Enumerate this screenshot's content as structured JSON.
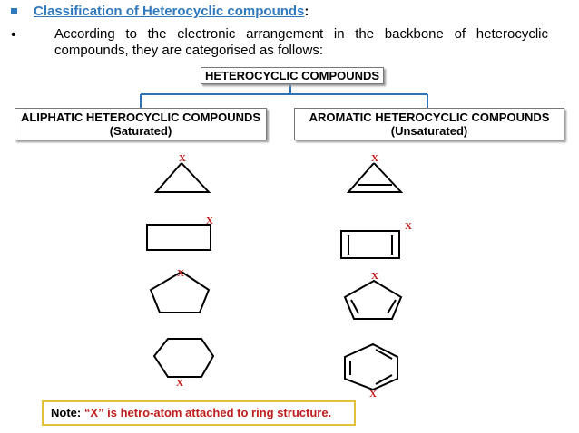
{
  "heading": {
    "link_text": "Classification of Heterocyclic compounds",
    "suffix": ":"
  },
  "bullet": {
    "line1": "According to the electronic arrangement in the backbone of heterocyclic",
    "line2": "compounds, they are categorised as follows:"
  },
  "diagram": {
    "root_label": "HETEROCYCLIC COMPOUNDS",
    "left": {
      "title": "ALIPHATIC HETEROCYCLIC COMPOUNDS",
      "subtitle": "(Saturated)"
    },
    "right": {
      "title": "AROMATIC HETEROCYCLIC COMPOUNDS",
      "subtitle": "(Unsaturated)"
    },
    "hetero_atom_label": "X",
    "connector_color": "#2e74b5"
  },
  "note": {
    "prefix": "Note: ",
    "quoted": "“X” is hetro-atom attached to ring structure."
  },
  "colors": {
    "accent": "#2f7abf",
    "hetero_atom": "#c01d1d",
    "note_border": "#e1c13a"
  }
}
